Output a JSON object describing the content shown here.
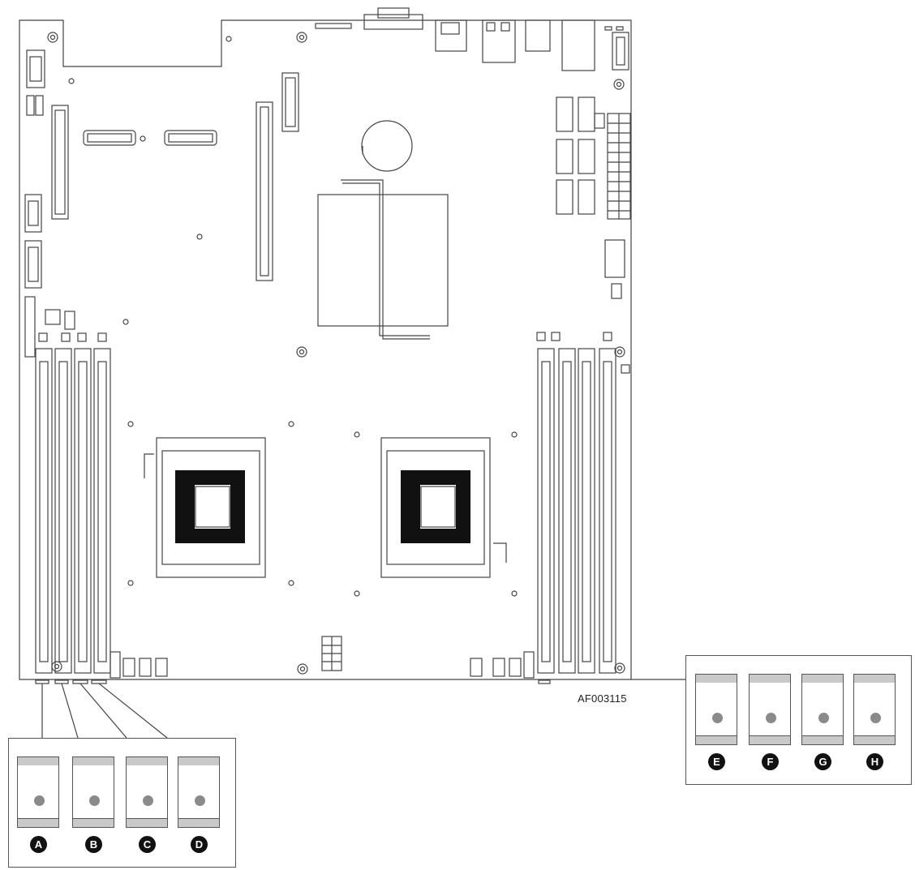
{
  "figure_id": "AF003115",
  "left_callout": {
    "labels": [
      "A",
      "B",
      "C",
      "D"
    ]
  },
  "right_callout": {
    "labels": [
      "E",
      "F",
      "G",
      "H"
    ]
  },
  "icons": {
    "slot_marker": "dimm-slot-led-icon"
  }
}
